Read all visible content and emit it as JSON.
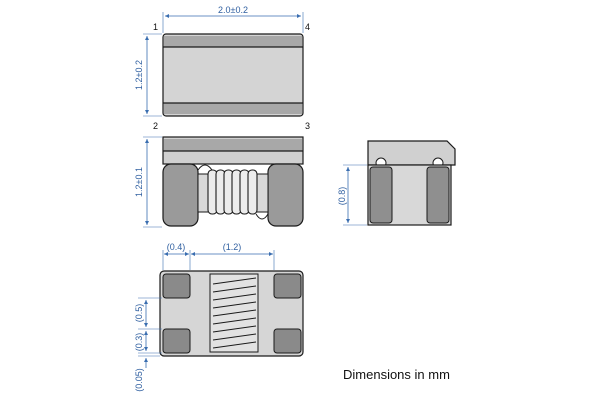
{
  "caption": "Dimensions in mm",
  "pins": {
    "p1": "1",
    "p2": "2",
    "p3": "3",
    "p4": "4"
  },
  "dimensions": {
    "top_length": "2.0±0.2",
    "top_height": "1.2±0.2",
    "side_height": "1.2±0.1",
    "end_width": "(0.8)",
    "bottom_pad": "(0.4)",
    "bottom_gap": "(1.2)",
    "bottom_pad_height": "(0.5)",
    "bottom_gap_height": "(0.3)",
    "bottom_margin": "(0.05)"
  },
  "colors": {
    "body": "#cfcfcf",
    "body_dark": "#b5b5b5",
    "terminal": "#8a8a8a",
    "dimension": "#3a6eb0",
    "outline": "#1a1a1a"
  }
}
